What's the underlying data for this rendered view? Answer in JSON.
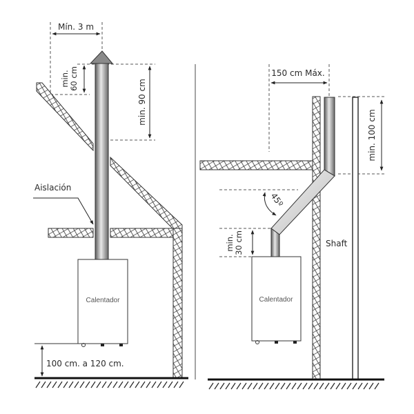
{
  "diagram": {
    "type": "water heater flue installation",
    "left": {
      "dim_top_width": "Mín. 3 m",
      "dim_cap_height_line1": "min.",
      "dim_cap_height_line2": "60 cm",
      "dim_roof_clearance": "min. 90 cm",
      "insulation_label": "Aislación",
      "heater_label": "Calentador",
      "mount_height": "100 cm. a 120 cm."
    },
    "right": {
      "dim_horizontal": "150 cm Máx.",
      "dim_above_roof": "min. 100 cm",
      "angle_label": "45º",
      "dim_vertical_line1": "min.",
      "dim_vertical_line2": "30 cm",
      "shaft_label": "Shaft",
      "heater_label": "Calentador"
    }
  },
  "colors": {
    "line": "#222222",
    "dash": "#555555",
    "pipe_dark": "#6e6e6e",
    "pipe_light": "#e6e6e6",
    "cap": "#8a8a8a",
    "hatch": "#333333"
  }
}
